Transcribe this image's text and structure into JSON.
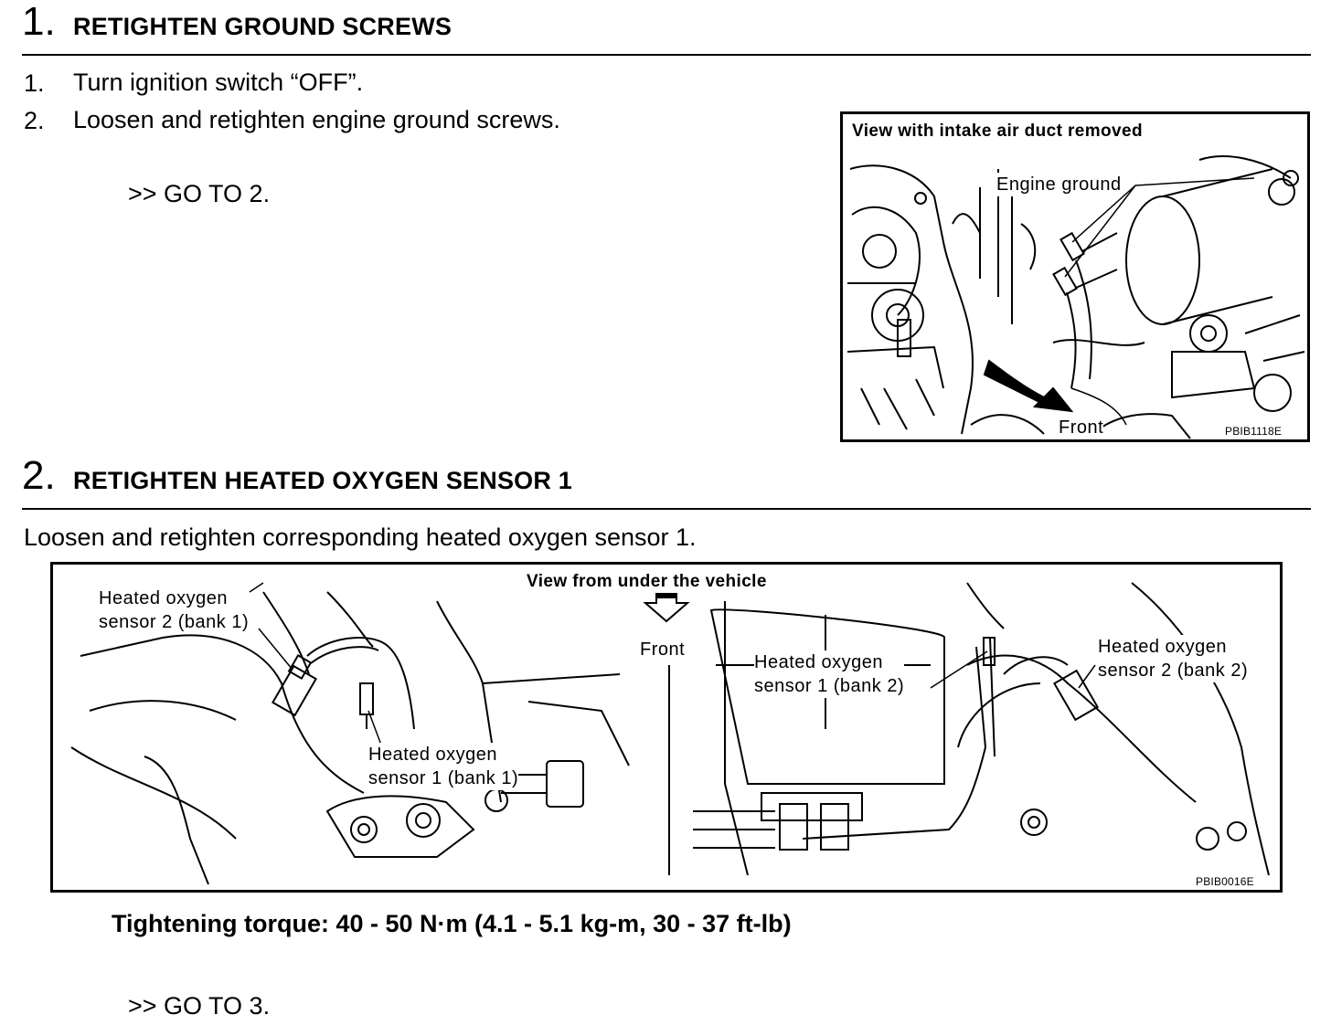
{
  "step1": {
    "number": "1.",
    "title": "RETIGHTEN GROUND SCREWS",
    "items": [
      {
        "num": "1.",
        "text": "Turn ignition switch “OFF”."
      },
      {
        "num": "2.",
        "text": "Loosen and retighten engine ground screws."
      }
    ],
    "goto": ">> GO TO 2.",
    "figure": {
      "caption": "View with intake air duct removed",
      "label_ground": "Engine ground",
      "label_front": "Front",
      "code": "PBIB1118E"
    }
  },
  "step2": {
    "number": "2.",
    "title": "RETIGHTEN HEATED OXYGEN SENSOR 1",
    "text": "Loosen and retighten corresponding heated oxygen sensor 1.",
    "figure": {
      "caption": "View from under the vehicle",
      "label_front": "Front",
      "label_hos2_b1": "Heated oxygen\nsensor 2 (bank 1)",
      "label_hos1_b1": "Heated oxygen\nsensor 1 (bank 1)",
      "label_hos1_b2": "Heated oxygen\nsensor 1 (bank 2)",
      "label_hos2_b2": "Heated oxygen\nsensor 2 (bank 2)",
      "code": "PBIB0016E"
    },
    "torque": "Tightening torque: 40 - 50 N·m (4.1 - 5.1 kg-m, 30 - 37 ft-lb)",
    "goto": ">> GO TO 3."
  }
}
